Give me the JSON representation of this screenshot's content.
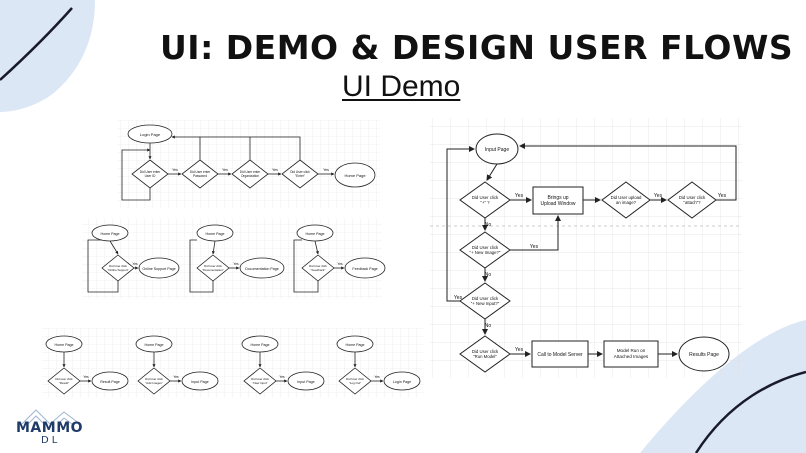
{
  "slide": {
    "title": "UI: DEMO & DESIGN USER FLOWS",
    "subtitle": "UI Demo"
  },
  "logo": {
    "name": "MAMMO",
    "sub": "DL"
  },
  "colors": {
    "accent_blob": "#dce7f6",
    "decor_line": "#1a1a2e",
    "logo": "#1f3b67"
  },
  "login_flow": {
    "login_page": "Login Page",
    "q1": [
      "Did User enter",
      "User ID"
    ],
    "q2": [
      "Did User enter",
      "Password"
    ],
    "q3": [
      "Did User enter",
      "Organization"
    ],
    "q4": [
      "Did User click",
      "\"Enter\""
    ],
    "home": "Home Page",
    "yes": "Yes"
  },
  "small_flows": [
    {
      "home": "Home Page",
      "q": [
        "Did User click",
        "\"Online Support\""
      ],
      "result": "Online Support Page",
      "yes": "Yes"
    },
    {
      "home": "Home Page",
      "q": [
        "Did User click",
        "\"Documentation\""
      ],
      "result": "Documentation Page",
      "yes": "Yes"
    },
    {
      "home": "Home Page",
      "q": [
        "Did User click",
        "\"Feedback\""
      ],
      "result": "Feedback Page",
      "yes": "Yes"
    }
  ],
  "bottom_flows": [
    {
      "home": "Home Page",
      "q": [
        "Did user click",
        "\"Result\""
      ],
      "result": "Result Page",
      "yes": "Yes"
    },
    {
      "home": "Home Page",
      "q": [
        "Did User click",
        "\"Add Images\""
      ],
      "result": "Input Page",
      "yes": "Yes"
    },
    {
      "home": "Home Page",
      "q": [
        "Did User click",
        "\"New Input\""
      ],
      "result": "Input Page",
      "yes": "Yes"
    },
    {
      "home": "Home Page",
      "q": [
        "Did User click",
        "\"Log Out\""
      ],
      "result": "Login Page",
      "yes": "Yes"
    }
  ],
  "main_flow": {
    "input_page": "Input Page",
    "q_plus": [
      "Did User click",
      "\"+\" ?"
    ],
    "upload": [
      "Brings up",
      "Upload Window"
    ],
    "q_uploaded": [
      "Did User upload",
      "an image?"
    ],
    "q_attach": [
      "Did User click",
      "\"attach\"?"
    ],
    "q_new_image": [
      "Did User click",
      "\"+ New Image?\""
    ],
    "q_new_input": [
      "Did User click",
      "\"+ New Input?\""
    ],
    "q_run": [
      "Did User click",
      "\"Run Model\""
    ],
    "call_server": "Call to Model Server",
    "model_run": [
      "Model Run on",
      "Attached Images"
    ],
    "results": "Results Page",
    "yes": "Yes",
    "no": "No"
  }
}
